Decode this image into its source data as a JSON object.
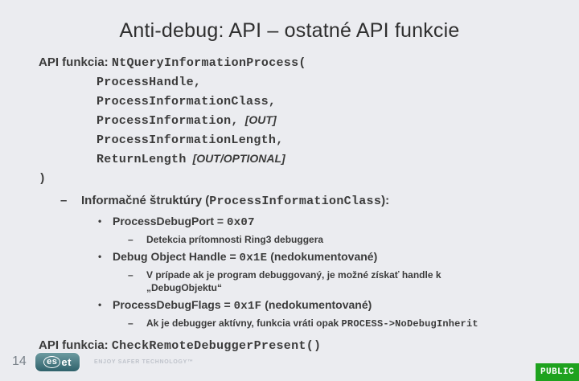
{
  "slide": {
    "title": "Anti-debug: API – ostatné API funkcie"
  },
  "markers": {
    "dash": "–",
    "bullet": "•"
  },
  "api_declaration": {
    "label": "API funkcia: ",
    "function_open": "NtQueryInformationProcess(",
    "params": [
      {
        "name": "ProcessHandle,",
        "annotation": ""
      },
      {
        "name": "ProcessInformationClass,",
        "annotation": ""
      },
      {
        "name": "ProcessInformation,",
        "annotation": "[OUT]"
      },
      {
        "name": "ProcessInformationLength,",
        "annotation": ""
      },
      {
        "name": "ReturnLength",
        "annotation": "[OUT/OPTIONAL]"
      }
    ],
    "close_paren": ")"
  },
  "structures": {
    "label_pre": "Informačné štruktúry (",
    "code": "ProcessInformationClass",
    "label_post": "):"
  },
  "bullets": {
    "b1": {
      "label": "ProcessDebugPort = ",
      "code": "0x07",
      "suffix": "",
      "sub": "Detekcia prítomnosti Ring3 debuggera"
    },
    "b2": {
      "label": "Debug Object Handle = ",
      "code": "0x1E",
      "suffix": "  (nedokumentované)",
      "sub": "V prípade ak je program debuggovaný, je možné získať handle k „DebugObjektu“"
    },
    "b3": {
      "label": "ProcessDebugFlags = ",
      "code": "0x1F",
      "suffix": " (nedokumentované)",
      "sub_pre": "Ak je debugger aktívny, funkcia vráti opak ",
      "sub_code": "PROCESS->NoDebugInherit"
    }
  },
  "second_api": {
    "label": "API funkcia: ",
    "code": "CheckRemoteDebuggerPresent()"
  },
  "footer": {
    "page_number": "14",
    "logo_es": "es",
    "logo_et": "et",
    "tagline": "ENJOY SAFER TECHNOLOGY™",
    "badge": "PUBLIC"
  },
  "colors": {
    "background": "#ebecf0",
    "text": "#3b3b3b",
    "badge_green": "#1ea21e",
    "eset_teal": "#2f616b"
  }
}
